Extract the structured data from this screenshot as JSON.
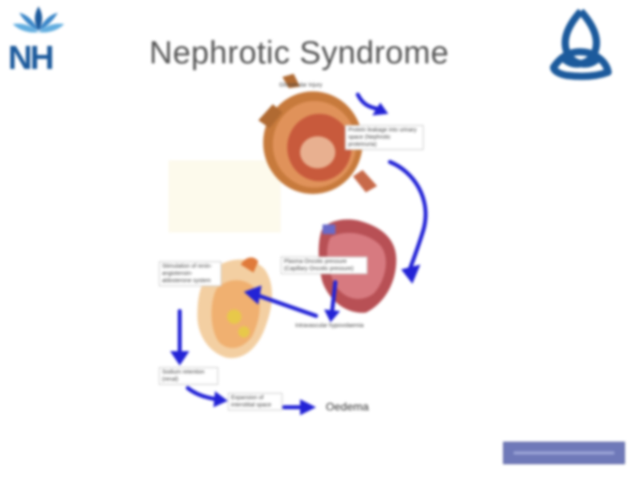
{
  "slide": {
    "title": "Nephrotic Syndrome",
    "logo_left_text": "NH",
    "diagram": {
      "top_label": "Glomerular Injury",
      "label_protein_leakage": "Protein leakage into urinary space (Nephrotic proteinuria)",
      "label_plasma_oncotic": "Plasma Oncotic pressure (Capillary Oncotic pressure)",
      "label_intravascular": "Intravascular hypovolaemia",
      "label_raas": "Stimulation of renin-angiotensin-aldosterone system",
      "label_sodium": "Sodium retention (renal)",
      "label_expansion": "Expansion of interstitial space",
      "outcome": "Oedema"
    }
  },
  "colors": {
    "arrow": "#2323d6",
    "title": "#555555",
    "logo_blue": "#1c5a9c",
    "nav_box": "#6f79b9"
  }
}
